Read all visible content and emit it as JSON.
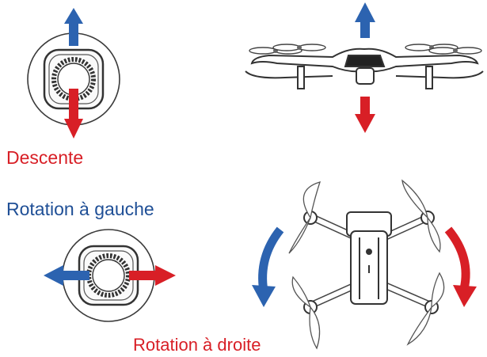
{
  "labels": {
    "descent": "Descente",
    "rotate_left": "Rotation à gauche",
    "rotate_right": "Rotation à droite"
  },
  "colors": {
    "up_arrow": "#2c63b0",
    "down_arrow": "#d81f26",
    "left_label": "#1f4f96",
    "right_label": "#d81f26",
    "line": "#3a3a3a"
  },
  "icons": [
    "joystick-icon",
    "drone-side-view",
    "drone-top-view",
    "arrow-up-icon",
    "arrow-down-icon",
    "arrow-left-icon",
    "arrow-right-icon",
    "rotate-ccw-arrow",
    "rotate-cw-arrow"
  ]
}
